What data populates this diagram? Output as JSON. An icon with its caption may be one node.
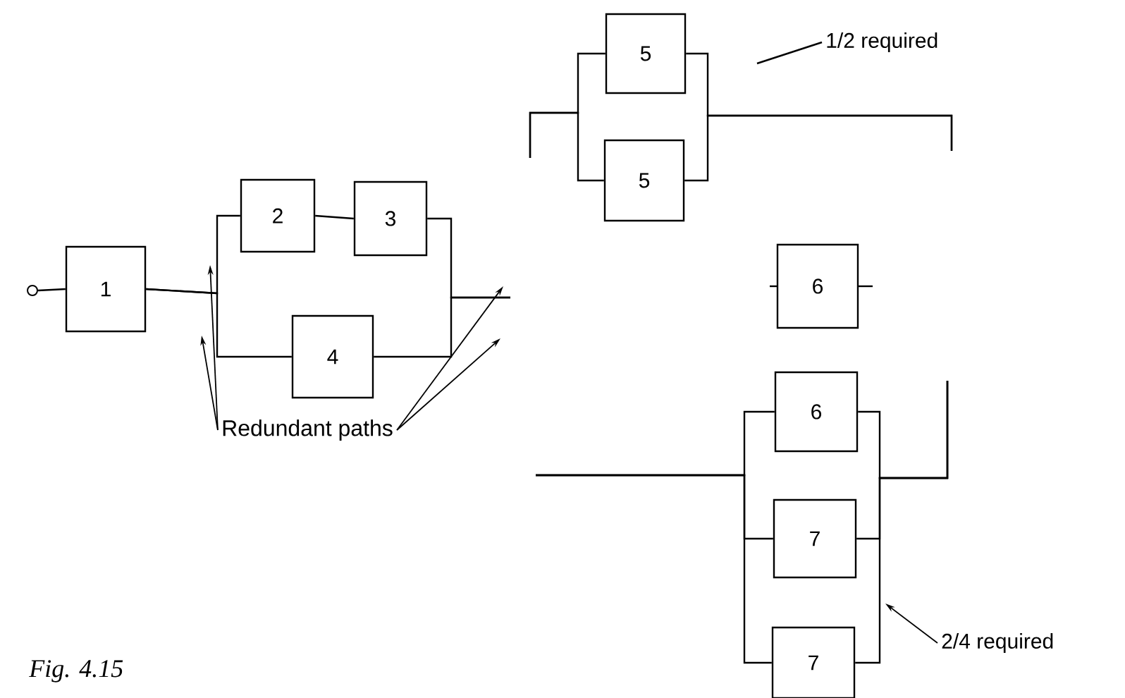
{
  "diagram": {
    "nodes": [
      {
        "text": [],
        "shape": "circle"
      },
      {
        "text": [
          "1"
        ]
      },
      {
        "text": [
          "2"
        ]
      },
      {
        "text": [
          "3"
        ]
      },
      {
        "text": [
          "4"
        ]
      },
      {
        "text": [
          "5"
        ]
      },
      {
        "text": [
          "5"
        ]
      },
      {
        "text": [
          "6"
        ]
      },
      {
        "text": [
          "6"
        ]
      },
      {
        "text": [
          "7"
        ]
      },
      {
        "text": [
          "7"
        ]
      },
      {
        "text": [
          "Redundant paths"
        ]
      },
      {
        "text": [
          "1/2 required"
        ]
      },
      {
        "text": [
          "2/4 required"
        ]
      }
    ],
    "edges": [
      {
        "from": 0,
        "to": 1,
        "arrow": "none"
      },
      {
        "from": 1,
        "to": 2,
        "arrow": "none"
      },
      {
        "from": 1,
        "to": 4,
        "arrow": "none"
      },
      {
        "from": 2,
        "to": 3,
        "arrow": "none"
      },
      {
        "from": 3,
        "to": null,
        "arrow": "none"
      },
      {
        "from": 4,
        "to": null,
        "arrow": "none"
      },
      {
        "from": 11,
        "to": null,
        "arrow": "to"
      },
      {
        "from": 11,
        "to": null,
        "arrow": "to"
      },
      {
        "from": 11,
        "to": null,
        "arrow": "to"
      },
      {
        "from": 11,
        "to": null,
        "arrow": "to"
      },
      {
        "from": null,
        "to": 5,
        "arrow": "none"
      },
      {
        "from": null,
        "to": 6,
        "arrow": "none"
      },
      {
        "from": 5,
        "to": null,
        "arrow": "none"
      },
      {
        "from": 6,
        "to": null,
        "arrow": "none"
      },
      {
        "from": null,
        "to": 8,
        "arrow": "none"
      },
      {
        "from": null,
        "to": 9,
        "arrow": "none"
      },
      {
        "from": null,
        "to": 10,
        "arrow": "none"
      },
      {
        "from": 8,
        "to": null,
        "arrow": "none"
      },
      {
        "from": 9,
        "to": null,
        "arrow": "none"
      },
      {
        "from": 10,
        "to": null,
        "arrow": "none"
      },
      {
        "from": 12,
        "to": null,
        "arrow": "none"
      },
      {
        "from": 13,
        "to": null,
        "arrow": "to"
      }
    ],
    "labels": [
      "Fig. 4.15"
    ]
  }
}
